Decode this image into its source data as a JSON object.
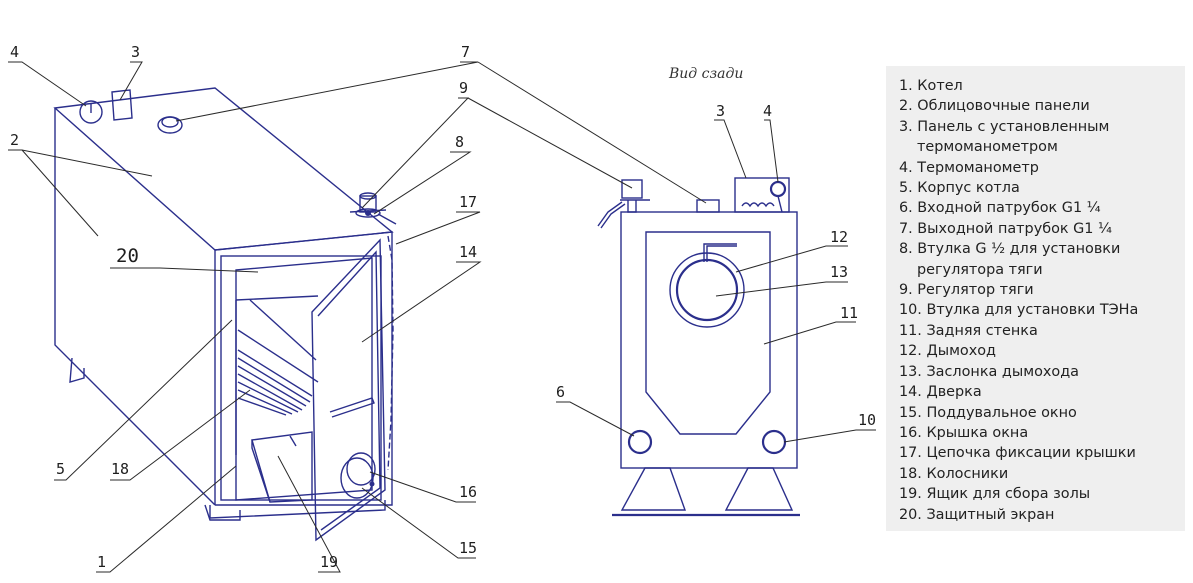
{
  "rear_view_caption": "Вид сзади",
  "callouts": {
    "c1": "1",
    "c2": "2",
    "c3": "3",
    "c4": "4",
    "c5": "5",
    "c6": "6",
    "c7": "7",
    "c8": "8",
    "c9": "9",
    "c10": "10",
    "c11": "11",
    "c12": "12",
    "c13": "13",
    "c14": "14",
    "c15": "15",
    "c16": "16",
    "c17": "17",
    "c18": "18",
    "c19": "19",
    "c20": "20",
    "r3": "3",
    "r4": "4"
  },
  "legend": [
    {
      "text": "1. Котел"
    },
    {
      "text": "2. Облицовочные панели"
    },
    {
      "text": "3. Панель с установленным",
      "cont": "термоманометром"
    },
    {
      "text": "4. Термоманометр"
    },
    {
      "text": "5. Корпус котла"
    },
    {
      "text": "6. Входной патрубок G1 ¼"
    },
    {
      "text": "7. Выходной патрубок G1 ¼"
    },
    {
      "text": "8. Втулка G ½ для установки",
      "cont": "регулятора тяги"
    },
    {
      "text": "9. Регулятор тяги"
    },
    {
      "text": "10. Втулка для установки ТЭНа"
    },
    {
      "text": "11. Задняя стенка"
    },
    {
      "text": "12. Дымоход"
    },
    {
      "text": "13. Заслонка дымохода"
    },
    {
      "text": "14. Дверка"
    },
    {
      "text": "15. Поддувальное окно"
    },
    {
      "text": "16. Крышка окна"
    },
    {
      "text": "17. Цепочка фиксации крышки"
    },
    {
      "text": "18. Колосники"
    },
    {
      "text": "19. Ящик для сбора золы"
    },
    {
      "text": "20. Защитный экран"
    }
  ]
}
